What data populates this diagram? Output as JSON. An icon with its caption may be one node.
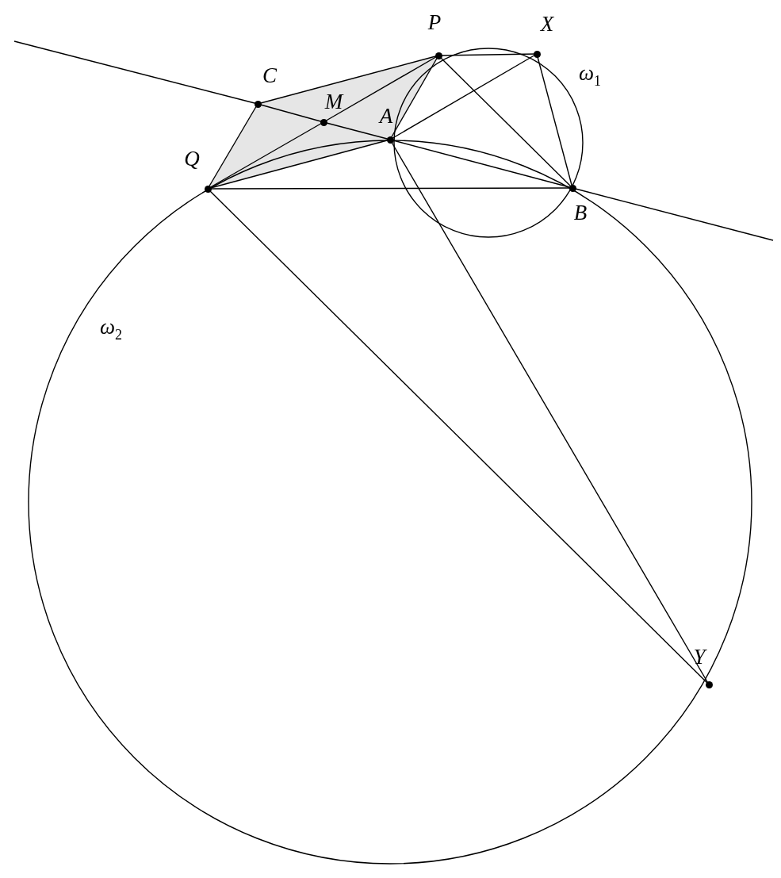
{
  "diagram": {
    "nodes": [
      {
        "text": [
          "P"
        ]
      },
      {
        "text": [
          "X"
        ]
      },
      {
        "text": [
          "C"
        ]
      },
      {
        "text": [
          "M"
        ]
      },
      {
        "text": [
          "A"
        ]
      },
      {
        "text": [
          "Q"
        ]
      },
      {
        "text": [
          "B"
        ]
      },
      {
        "text": [
          "Y"
        ]
      }
    ],
    "edges": [
      {
        "from": null,
        "to": 2,
        "arrow": "none"
      },
      {
        "from": 2,
        "to": 3,
        "arrow": "none"
      },
      {
        "from": 3,
        "to": 4,
        "arrow": "none"
      },
      {
        "from": 4,
        "to": 6,
        "arrow": "none"
      },
      {
        "from": 6,
        "to": null,
        "arrow": "none"
      },
      {
        "from": 5,
        "to": 2,
        "arrow": "none"
      },
      {
        "from": 2,
        "to": 0,
        "arrow": "none"
      },
      {
        "from": 0,
        "to": 1,
        "arrow": "none"
      },
      {
        "from": 1,
        "to": 6,
        "arrow": "none"
      },
      {
        "from": 0,
        "to": 6,
        "arrow": "none"
      },
      {
        "from": 0,
        "to": 4,
        "arrow": "none"
      },
      {
        "from": 4,
        "to": 1,
        "arrow": "none"
      },
      {
        "from": 5,
        "to": 3,
        "arrow": "none"
      },
      {
        "from": 3,
        "to": 0,
        "arrow": "none"
      },
      {
        "from": 5,
        "to": 4,
        "arrow": "none"
      },
      {
        "from": 5,
        "to": 6,
        "arrow": "none"
      },
      {
        "from": 5,
        "to": 7,
        "arrow": "none"
      },
      {
        "from": 4,
        "to": 7,
        "arrow": "none"
      }
    ],
    "labels": [
      "ω$_{1}$",
      "ω$_{2}$"
    ]
  }
}
